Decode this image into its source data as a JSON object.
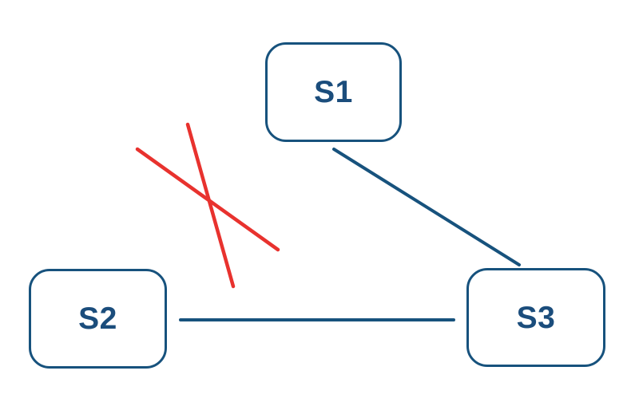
{
  "diagram_title": "state-connection-diagram",
  "colors": {
    "node_border": "#17527d",
    "node_text": "#1b4d7c",
    "edge": "#17527d",
    "cross": "#e8322e",
    "background": "#ffffff"
  },
  "nodes": [
    {
      "id": "S1",
      "label": "S1"
    },
    {
      "id": "S2",
      "label": "S2"
    },
    {
      "id": "S3",
      "label": "S3"
    }
  ],
  "edges": [
    {
      "from": "S1",
      "to": "S3",
      "style": "solid-line"
    },
    {
      "from": "S2",
      "to": "S3",
      "style": "solid-line"
    }
  ],
  "markers": [
    {
      "type": "red-x",
      "meaning": "blocked-connection",
      "between": [
        "S2",
        "S1"
      ]
    }
  ]
}
